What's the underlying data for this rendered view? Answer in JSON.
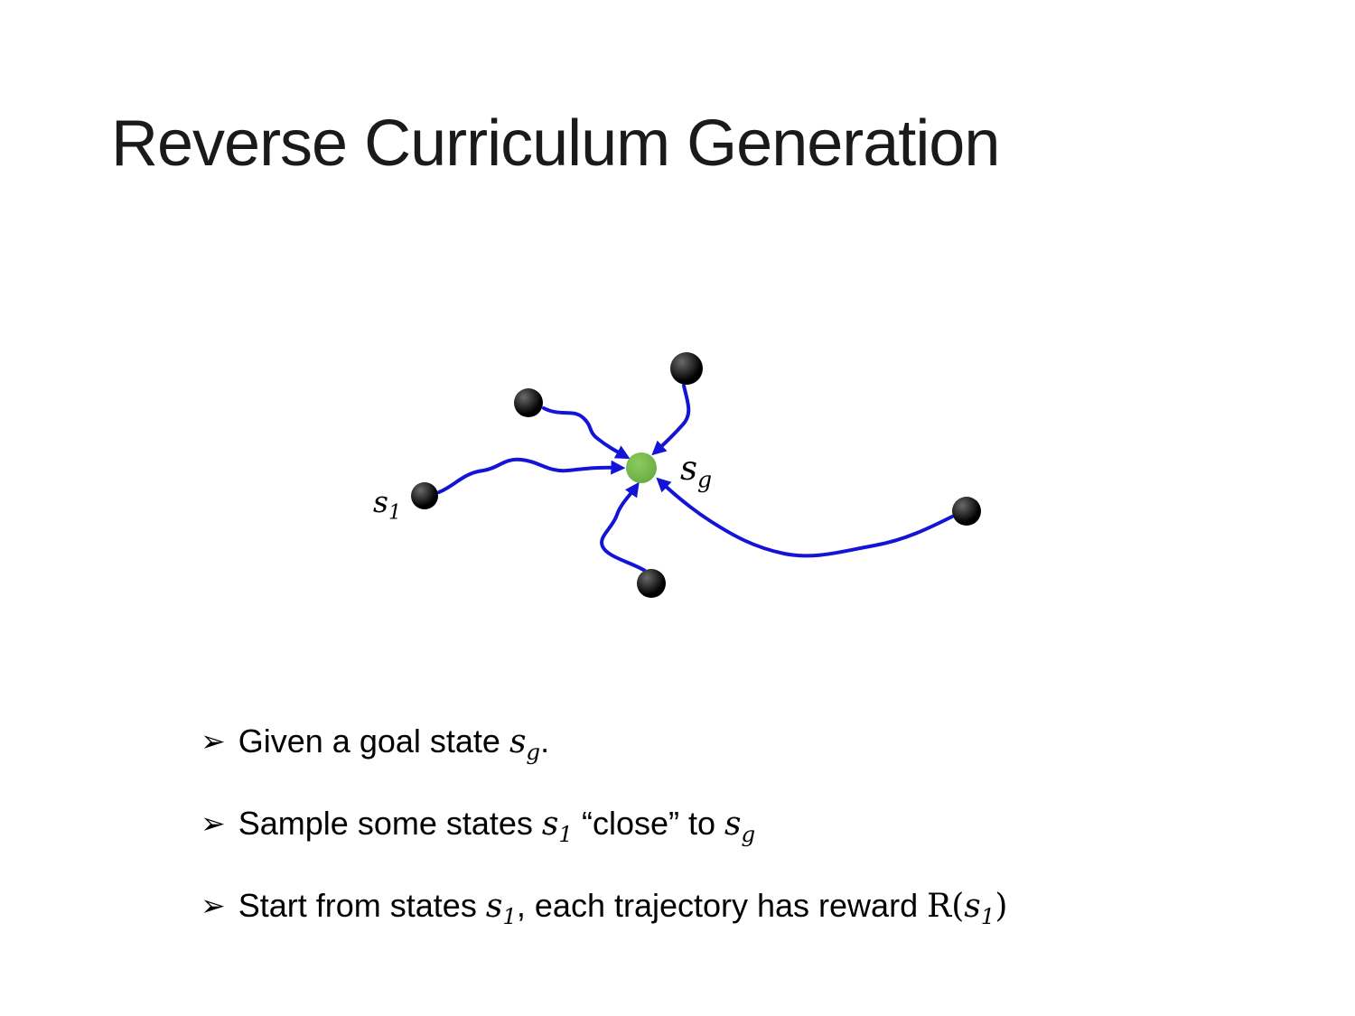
{
  "slide": {
    "title": "Reverse Curriculum Generation"
  },
  "diagram": {
    "goal_label": {
      "base": "s",
      "sub": "g"
    },
    "start_label": {
      "base": "s",
      "sub": "1"
    },
    "colors": {
      "trajectory": "#1414d8",
      "goal_node": "#70AD47",
      "state_node": "#000000"
    }
  },
  "bullets": {
    "marker": "➢",
    "items": [
      {
        "seg0": "Given a goal state ",
        "math1_base": "s",
        "math1_sub": "g",
        "seg2": "."
      },
      {
        "seg0": "Sample some states ",
        "math1_base": "s",
        "math1_sub": "1",
        "seg2": " “close” to ",
        "math3_base": "s",
        "math3_sub": "g"
      },
      {
        "seg0": "Start from states ",
        "math1_base": "s",
        "math1_sub": "1",
        "seg2": ", each trajectory has reward ",
        "seg3": "R(",
        "math4_base": "s",
        "math4_sub": "1",
        "seg5": ")"
      }
    ]
  }
}
